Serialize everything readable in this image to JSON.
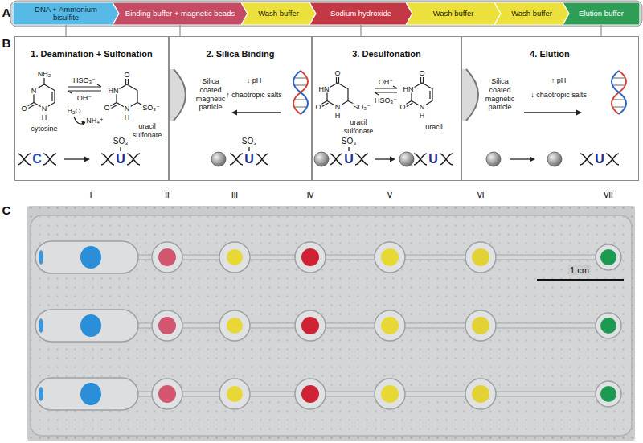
{
  "diagram": {
    "nodes": [
      {
        "text": [
          "DNA + Ammonium bisulfite"
        ]
      },
      {
        "text": [
          "Binding buffer + magnetic beads"
        ]
      },
      {
        "text": [
          "Wash buffer"
        ]
      },
      {
        "text": [
          "Sodium hydroxide"
        ]
      },
      {
        "text": [
          "Wash buffer"
        ]
      },
      {
        "text": [
          "Wash buffer"
        ]
      },
      {
        "text": [
          "Elution buffer"
        ]
      },
      {
        "text": [
          "1. Deamination + Sulfonation",
          "NH₂",
          "N",
          "O",
          "N",
          "H",
          "cytosine",
          "HSO₃⁻",
          "OH⁻",
          "H₂O",
          "NH₄⁺",
          "O",
          "HN",
          "O",
          "N",
          "H",
          "SO₃⁻",
          "uracil sulfonate",
          "C",
          "SO₃",
          "U"
        ]
      },
      {
        "text": [
          "2. Silica Binding",
          "Silica coated magnetic particle",
          "↓ pH",
          "↑ chaotropic salts",
          "SO₃",
          "U"
        ]
      },
      {
        "text": [
          "3. Desulfonation",
          "O",
          "HN",
          "O",
          "N",
          "H",
          "SO₃⁻",
          "uracil sulfonate",
          "OH⁻",
          "HSO₃⁻",
          "O",
          "HN",
          "O",
          "N",
          "H",
          "uracil",
          "SO₃",
          "U",
          "U"
        ]
      },
      {
        "text": [
          "4. Elution",
          "Silica coated magnetic particle",
          "↑ pH",
          "↓ chaotropic salts",
          "U"
        ]
      }
    ],
    "edges": [
      {
        "from": 0,
        "to": 7,
        "arrow": "none"
      },
      {
        "from": 1,
        "to": 8,
        "arrow": "none"
      },
      {
        "from": 3,
        "to": 9,
        "arrow": "none"
      },
      {
        "from": 6,
        "to": 10,
        "arrow": "none"
      }
    ],
    "labels": [
      "A",
      "B",
      "C",
      "i",
      "ii",
      "iii",
      "iv",
      "v",
      "vi",
      "vii",
      "1 cm"
    ]
  }
}
